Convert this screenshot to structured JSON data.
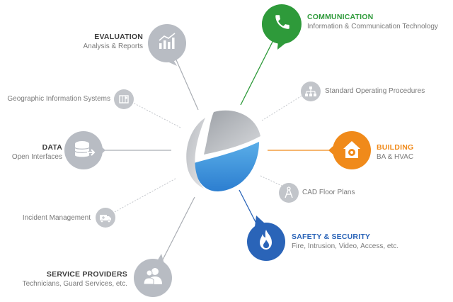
{
  "colors": {
    "gray": "#b8bcc3",
    "green": "#2e9a3a",
    "orange": "#f08a1a",
    "blue": "#2a64b8",
    "line_gray": "#a9adb3",
    "title_dark": "#3c3c3c"
  },
  "nodes": {
    "communication": {
      "title": "COMMUNICATION",
      "subtitle": "Information & Communication Technology",
      "icon": "phone-icon"
    },
    "evaluation": {
      "title": "EVALUATION",
      "subtitle": "Analysis & Reports",
      "icon": "chart-icon"
    },
    "gis": {
      "label": "Geographic Information Systems",
      "icon": "map-icon"
    },
    "sop": {
      "label": "Standard Operating Procedures",
      "icon": "org-chart-icon"
    },
    "data": {
      "title": "DATA",
      "subtitle": "Open Interfaces",
      "icon": "database-icon"
    },
    "building": {
      "title": "BUILDING",
      "subtitle": "BA & HVAC",
      "icon": "house-gear-icon"
    },
    "cad": {
      "label": "CAD Floor Plans",
      "icon": "compass-icon"
    },
    "incident": {
      "label": "Incident Management",
      "icon": "ambulance-icon"
    },
    "safety": {
      "title": "SAFETY & SECURITY",
      "subtitle": "Fire, Intrusion, Video, Access, etc.",
      "icon": "fire-icon"
    },
    "service": {
      "title": "SERVICE PROVIDERS",
      "subtitle": "Technicians, Guard Services, etc.",
      "icon": "people-icon"
    }
  }
}
